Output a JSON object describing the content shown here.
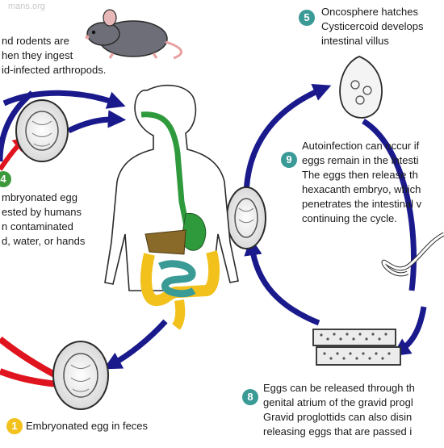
{
  "watermark": "mans.org",
  "colors": {
    "arrow_blue": "#1a1a8c",
    "arrow_red": "#e0141e",
    "badge_teal": "#3a9a96",
    "badge_green": "#3c9a3c",
    "badge_yellow": "#f2c11c",
    "intestine_blue": "#3a9a96",
    "colon_yellow": "#f2c11c",
    "esophagus_green": "#2f9a3c",
    "liver_brown": "#8a6a28"
  },
  "labels": {
    "rodents": {
      "lines": [
        "nd rodents are",
        "hen they ingest",
        "id-infected arthropods."
      ]
    },
    "step4": {
      "badge": "4",
      "lines": [
        "mbryonated egg",
        "ested by humans",
        "n contaminated",
        "d, water, or hands"
      ]
    },
    "step5": {
      "badge": "5",
      "lines": [
        "Oncosphere hatches",
        "Cysticercoid develops",
        "intestinal villus"
      ]
    },
    "step9": {
      "badge": "9",
      "lines": [
        "Autoinfection can occur if",
        "eggs remain in the intesti",
        "The eggs then release th",
        "hexacanth embryo, which",
        "penetrates the intestinal v",
        "continuing the cycle."
      ]
    },
    "step8": {
      "badge": "8",
      "lines": [
        "Eggs can be released through th",
        "genital atrium of the gravid progl",
        "Gravid proglottids can also disin",
        "releasing eggs that are passed i"
      ]
    },
    "step1": {
      "badge": "1",
      "lines": [
        "Embryonated egg in feces"
      ]
    }
  }
}
